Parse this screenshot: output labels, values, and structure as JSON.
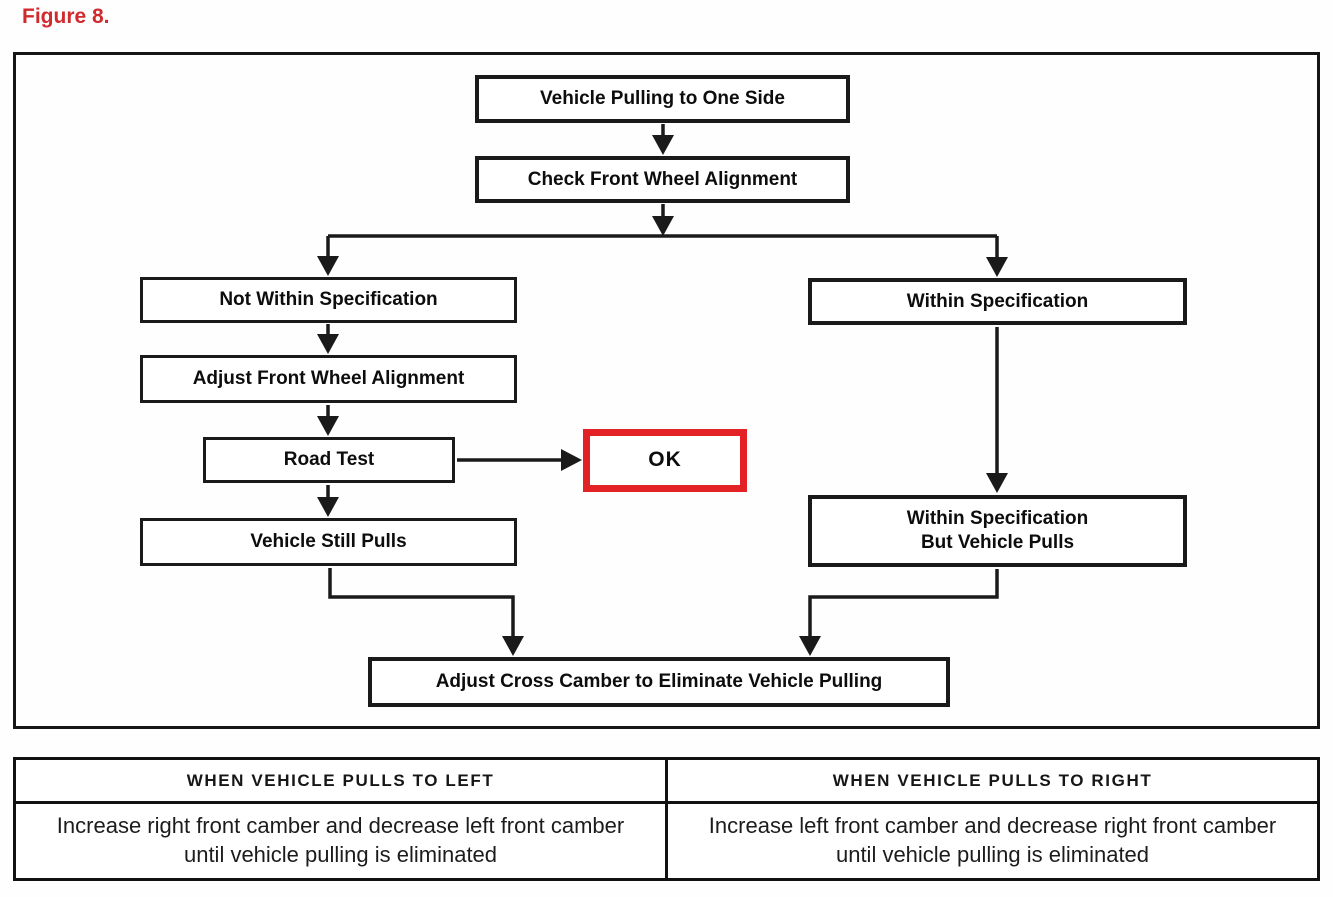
{
  "figure_label": "Figure 8.",
  "colors": {
    "figure_label_red": "#d02a2e",
    "ok_box_red": "#e32226",
    "diagram_black": "#1a1a1a"
  },
  "flowchart": {
    "nodes": {
      "start": "Vehicle Pulling to One Side",
      "check_alignment": "Check Front Wheel Alignment",
      "not_within_spec": "Not Within Specification",
      "adjust_alignment": "Adjust Front Wheel Alignment",
      "road_test": "Road Test",
      "ok": "OK",
      "vehicle_still_pulls": "Vehicle Still Pulls",
      "within_spec": "Within Specification",
      "within_spec_but_pulls": "Within Specification\nBut Vehicle Pulls",
      "adjust_cross_camber": "Adjust Cross Camber to Eliminate Vehicle Pulling"
    }
  },
  "table": {
    "columns": [
      {
        "header": "WHEN VEHICLE PULLS TO LEFT",
        "body": "Increase right front camber and decrease left front camber until vehicle pulling is eliminated"
      },
      {
        "header": "WHEN VEHICLE PULLS TO RIGHT",
        "body": "Increase left front camber and decrease right front camber until vehicle pulling is eliminated"
      }
    ]
  }
}
